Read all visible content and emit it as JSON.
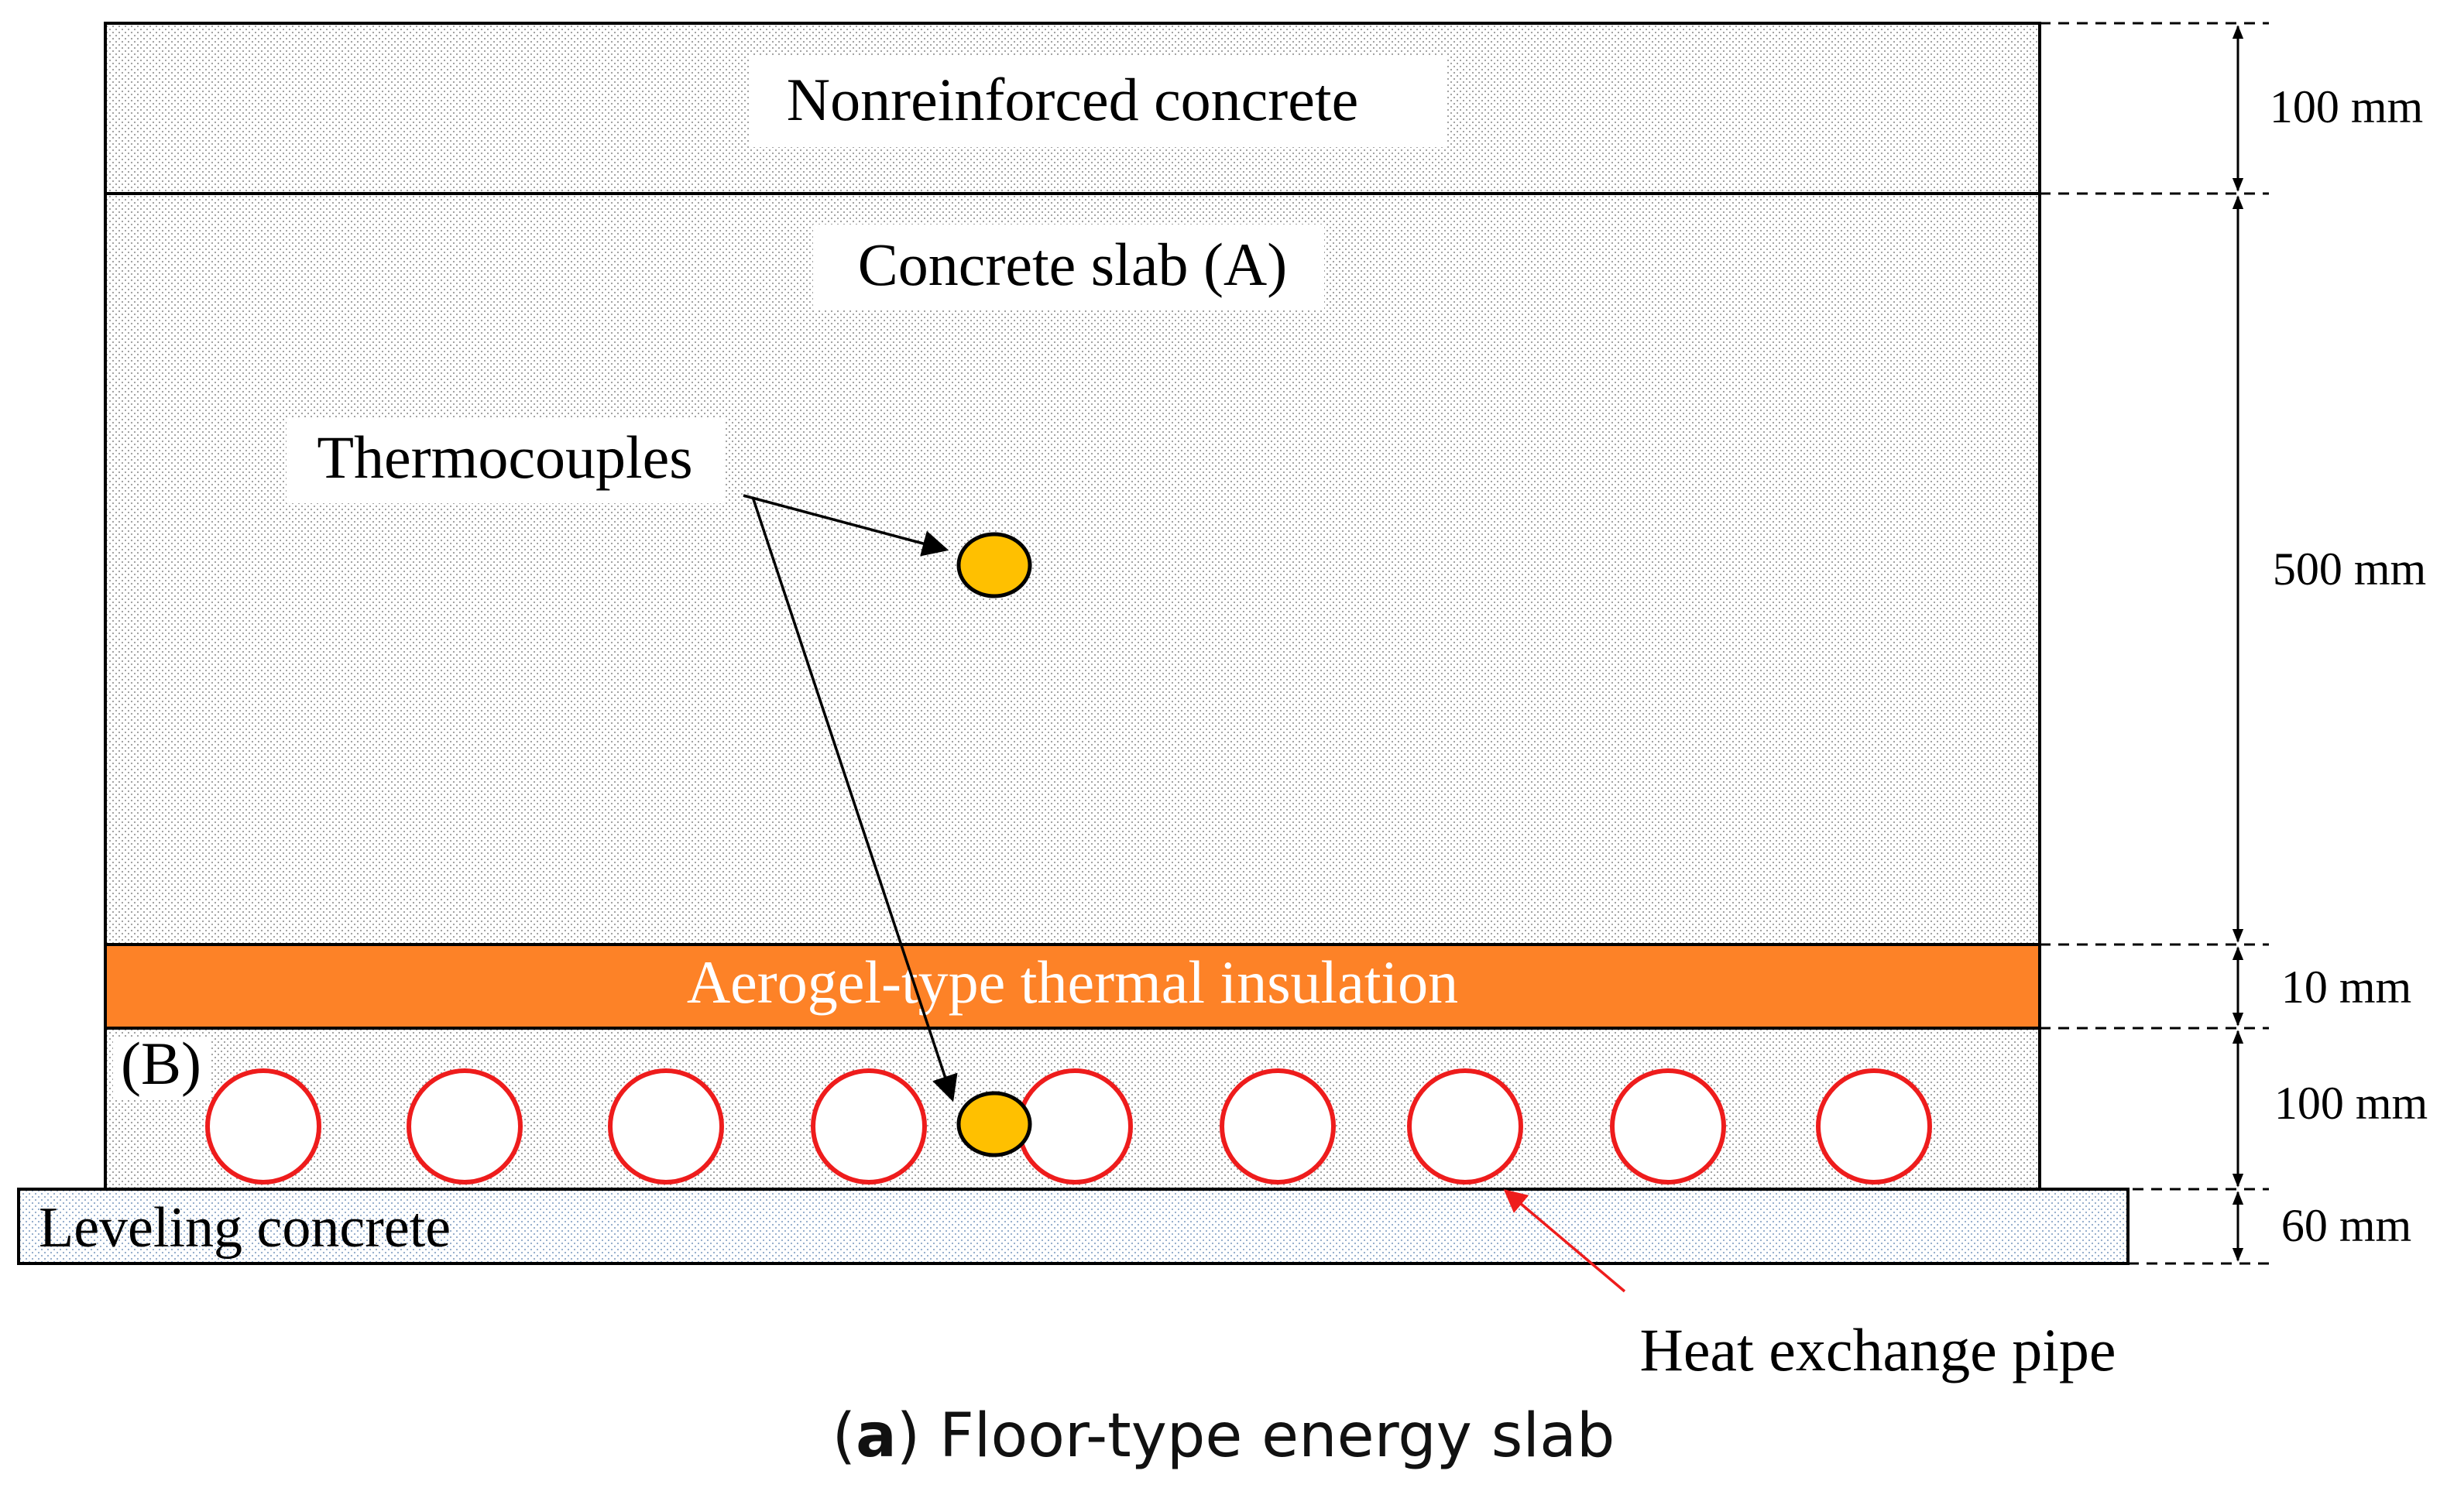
{
  "layers": {
    "top": "Nonreinforced concrete",
    "slab": "Concrete slab (A)",
    "insulation": "Aerogel-type thermal insulation",
    "pipe_zone": "(B)",
    "leveling": "Leveling concrete"
  },
  "annotations": {
    "thermocouples": "Thermocouples",
    "heat_pipe": "Heat exchange pipe"
  },
  "dimensions": {
    "top": "100 mm",
    "slab": "500 mm",
    "insulation": "10 mm",
    "pipe_zone": "100 mm",
    "leveling": "60 mm"
  },
  "caption": {
    "label": "a",
    "text": "Floor-type energy slab"
  },
  "colors": {
    "insulation": "#fd8227",
    "thermocouple": "#ffc000",
    "pipe_stroke": "#ee1c1c",
    "arrow_red": "#ee1c1c"
  }
}
